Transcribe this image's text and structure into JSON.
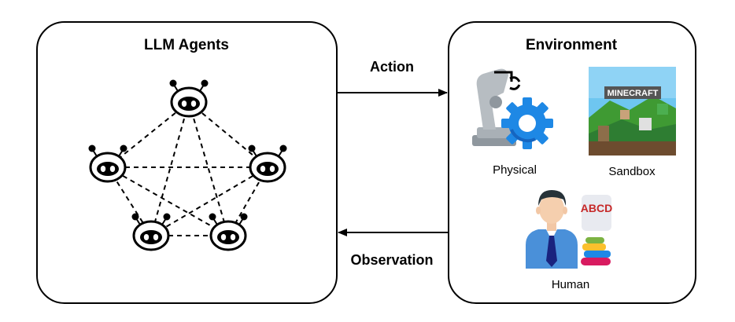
{
  "agents_box": {
    "title": "LLM Agents",
    "agent_count": 5
  },
  "environment_box": {
    "title": "Environment",
    "items": [
      {
        "label": "Physical",
        "icon": "robot-arm-gear-icon"
      },
      {
        "label": "Sandbox",
        "icon": "minecraft-image",
        "logo_text": "MINECRAFT"
      },
      {
        "label": "Human",
        "icon": "human-alphabet-icon",
        "logo_text": "ABCD"
      }
    ]
  },
  "arrows": {
    "action": "Action",
    "observation": "Observation"
  },
  "colors": {
    "gear": "#1e88e5",
    "arm": "#a9b0b6",
    "sky": "#6ec6f0",
    "grass": "#3f9a33"
  }
}
